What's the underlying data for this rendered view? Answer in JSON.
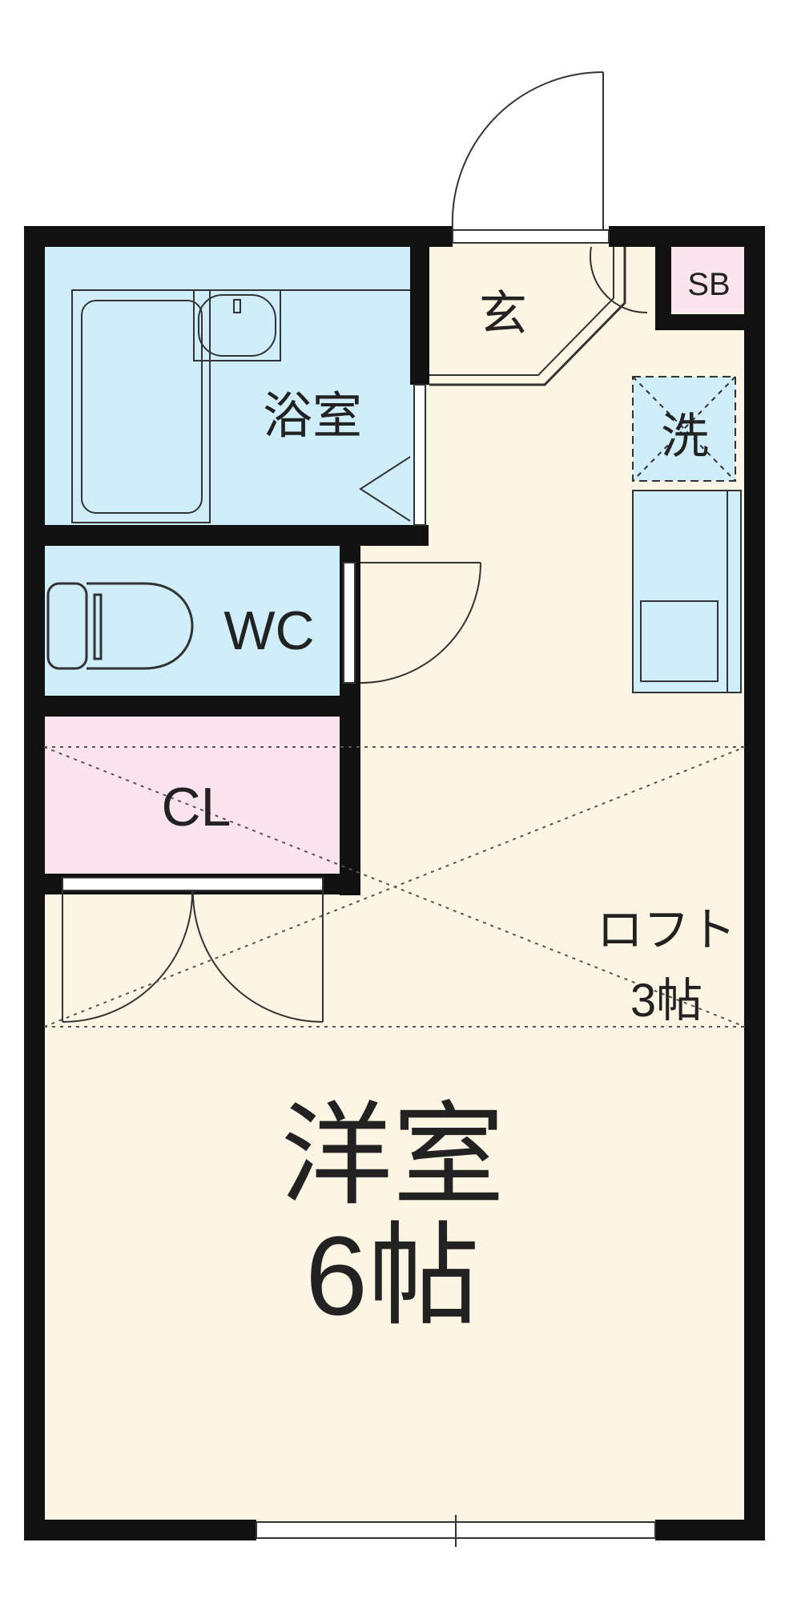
{
  "rooms": {
    "entrance": "玄",
    "bath": "浴室",
    "sb": "SB",
    "laundry": "洗",
    "wc": "WC",
    "closet": "CL",
    "loft_name": "ロフト",
    "loft_size": "3帖",
    "western_name": "洋室",
    "western_size": "6帖"
  },
  "colors": {
    "floor": "#fdf5e3",
    "wet_area": "#cfeefa",
    "storage": "#fbe4ee",
    "wall": "#111111",
    "line": "#333333"
  }
}
